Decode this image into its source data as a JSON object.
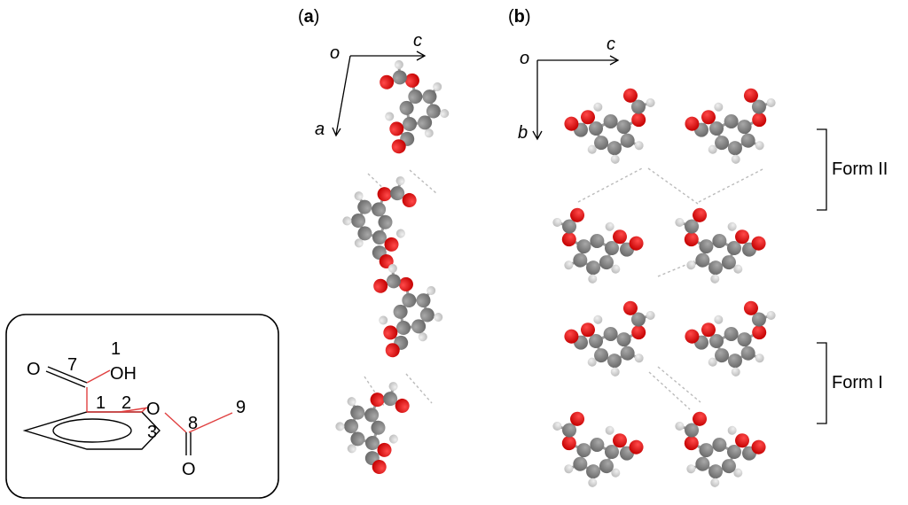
{
  "panels": {
    "a": {
      "label_open": "(",
      "label_letter": "a",
      "label_close": ")",
      "origin": "o",
      "axis_h": "c",
      "axis_v": "a"
    },
    "b": {
      "label_open": "(",
      "label_letter": "b",
      "label_close": ")",
      "origin": "o",
      "axis_h": "c",
      "axis_v": "b"
    }
  },
  "forms": {
    "form_ii": "Form II",
    "form_i": "Form I"
  },
  "molecule": {
    "atoms": {
      "n1": "1",
      "oh": "OH",
      "n7": "7",
      "o_carbonyl": "O",
      "n2": "2",
      "n1_ring": "1",
      "o_ester": "O",
      "n3": "3",
      "n8": "8",
      "n9": "9",
      "o_acetyl": "O"
    }
  },
  "colors": {
    "carbon": "#7a7a7a",
    "oxygen": "#e00000",
    "hydrogen": "#cfcfcf",
    "bond_highlight": "#e04040",
    "hbond": "#bbbbbb"
  }
}
